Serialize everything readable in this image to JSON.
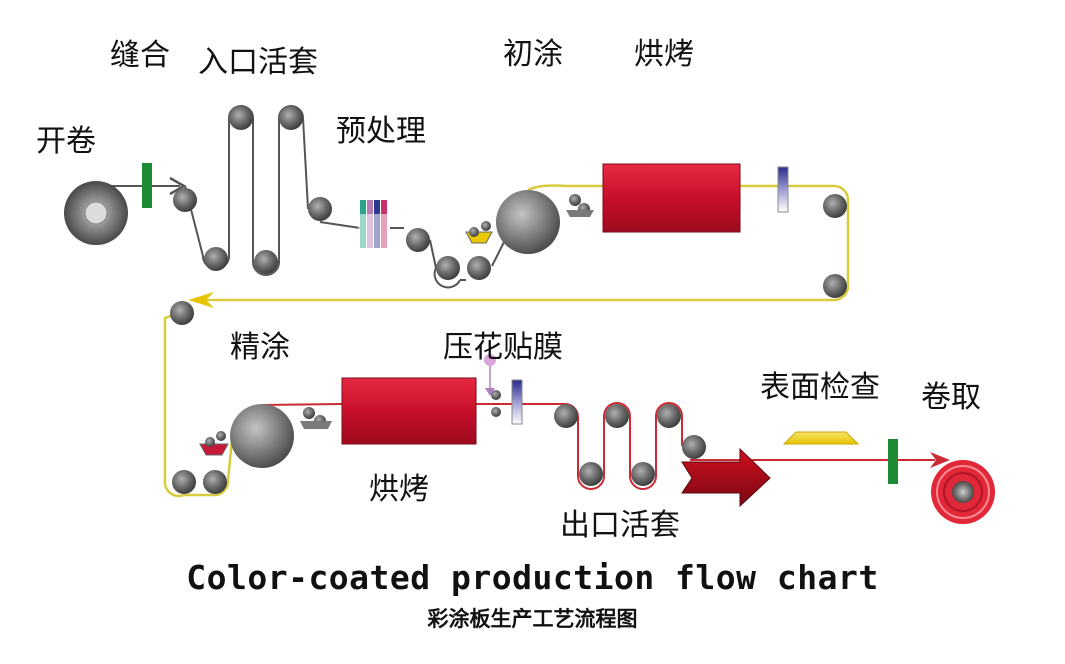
{
  "labels": {
    "uncoiling": "开卷",
    "stitching": "缝合",
    "entry_looper": "入口活套",
    "pretreatment": "预处理",
    "primer_coating": "初涂",
    "baking_top": "烘烤",
    "finish_coating": "精涂",
    "embossing_film": "压花贴膜",
    "baking_bottom": "烘烤",
    "exit_looper": "出口活套",
    "surface_inspection": "表面检查",
    "recoiling": "卷取"
  },
  "title": "Color-coated production flow chart",
  "subtitle": "彩涂板生产工艺流程图",
  "colors": {
    "strip_gray": "#555555",
    "strip_yellow": "#d8cc3c",
    "strip_red": "#cc2a34",
    "oven_red": "#cf1430",
    "stitch_green": "#1e8c34",
    "roller_gray": "#6d6d6d",
    "pan_yellow": "#e8c800",
    "recoiler_red": "#e02838"
  }
}
